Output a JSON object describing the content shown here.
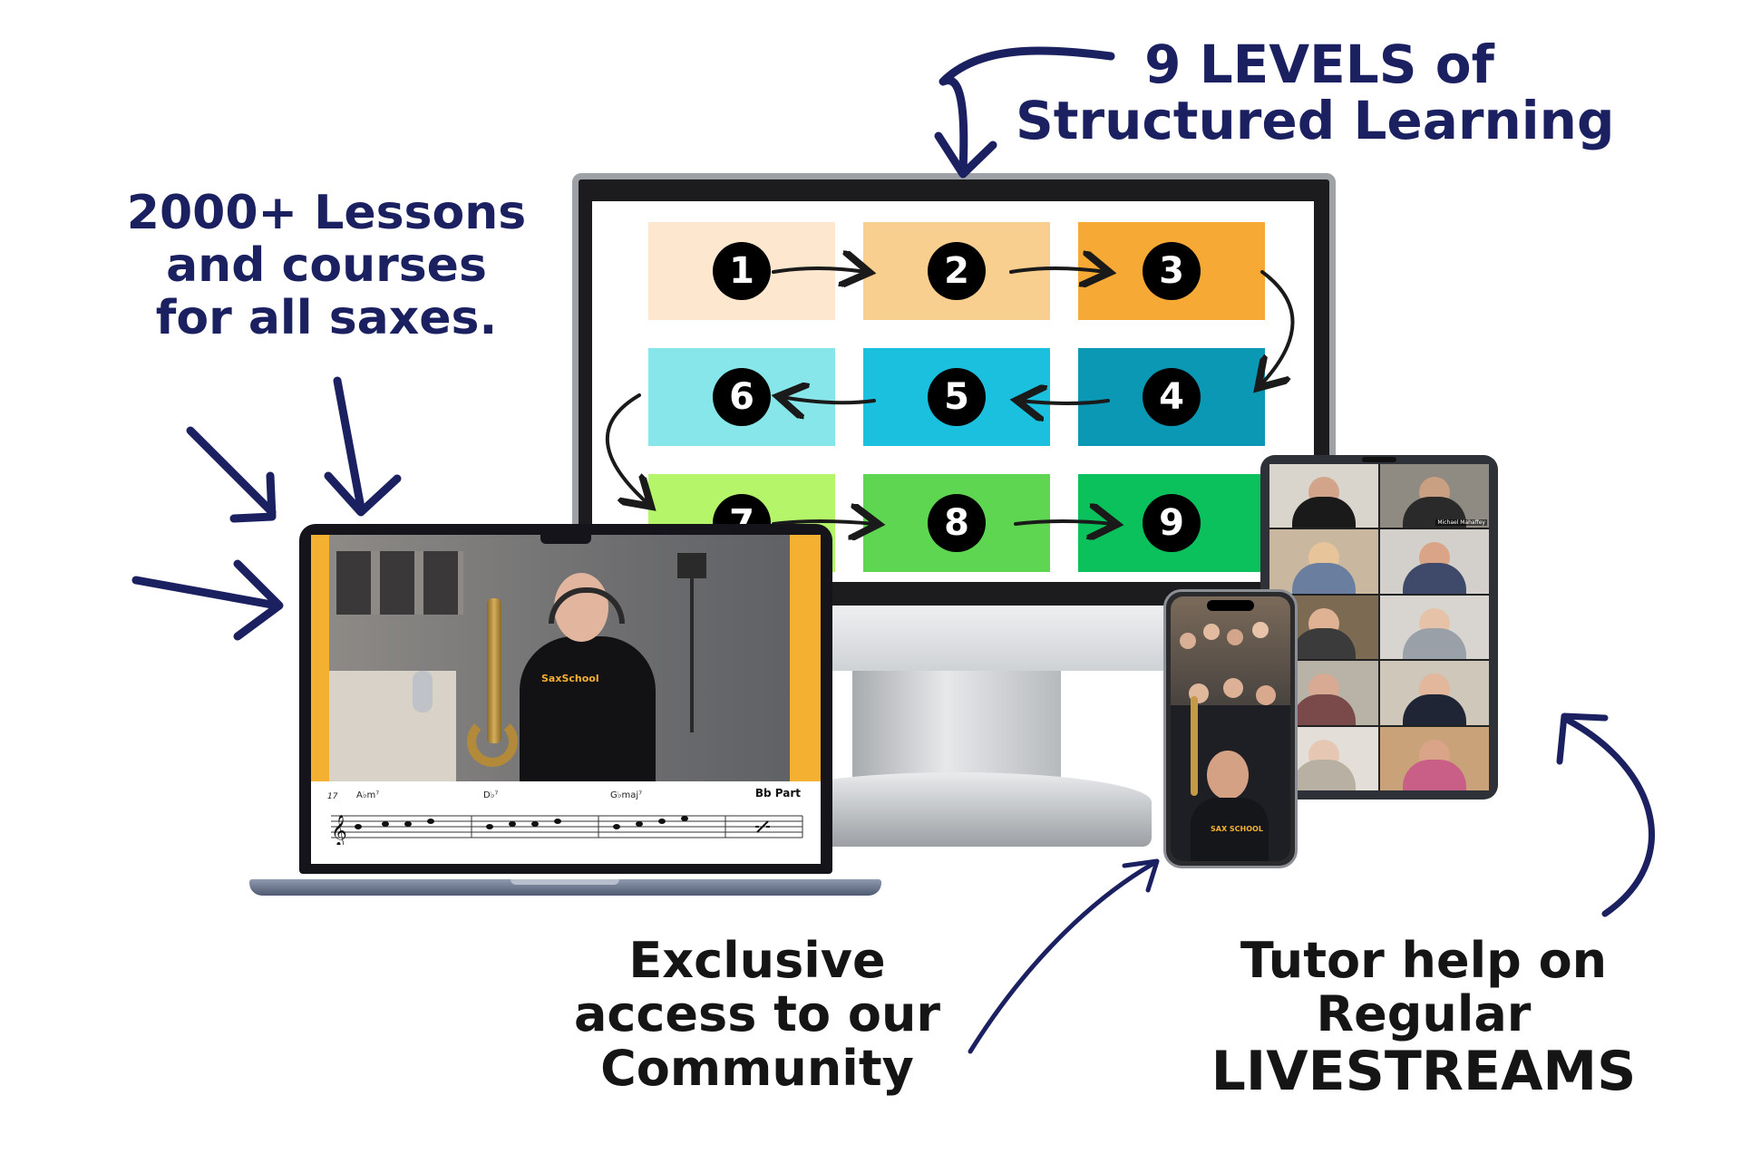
{
  "callouts": {
    "levels": [
      "9 LEVELS of",
      "Structured Learning"
    ],
    "lessons": [
      "2000+ Lessons",
      "and courses",
      "for all saxes."
    ],
    "community": [
      "Exclusive",
      "access to our",
      "Community"
    ],
    "livestreams": [
      "Tutor help on",
      "Regular",
      "LIVESTREAMS"
    ]
  },
  "levels": [
    {
      "num": "1",
      "color": "#fde8cf"
    },
    {
      "num": "2",
      "color": "#f9cf8f"
    },
    {
      "num": "3",
      "color": "#f6a934"
    },
    {
      "num": "4",
      "color": "#0b98b4"
    },
    {
      "num": "5",
      "color": "#1cc0df"
    },
    {
      "num": "6",
      "color": "#86e6ea"
    },
    {
      "num": "7",
      "color": "#b4f56a"
    },
    {
      "num": "8",
      "color": "#5fd651"
    },
    {
      "num": "9",
      "color": "#0bc15c"
    }
  ],
  "laptop": {
    "sheet_part": "Bb Part",
    "bar_number": "17",
    "chords": [
      "A♭m⁷",
      "D♭⁷",
      "G♭maj⁷"
    ],
    "shirt_logo": "SaxSchool"
  },
  "tablet": {
    "name_label": "Michael Mahaffey"
  },
  "phone": {
    "badge": "SAX SCHOOL"
  },
  "colors": {
    "navy": "#1b2160",
    "accent_yellow": "#f4b030"
  }
}
